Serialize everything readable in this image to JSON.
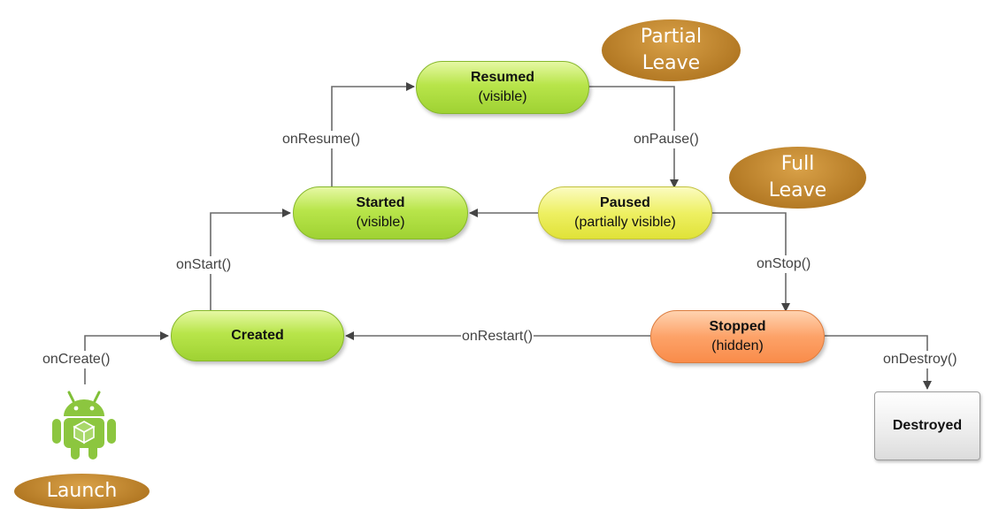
{
  "states": {
    "resumed": {
      "title": "Resumed",
      "subtitle": "(visible)"
    },
    "started": {
      "title": "Started",
      "subtitle": "(visible)"
    },
    "paused": {
      "title": "Paused",
      "subtitle": "(partially visible)"
    },
    "created": {
      "title": "Created"
    },
    "stopped": {
      "title": "Stopped",
      "subtitle": "(hidden)"
    },
    "destroyed": {
      "title": "Destroyed"
    }
  },
  "callbacks": {
    "on_create": "onCreate()",
    "on_start": "onStart()",
    "on_resume": "onResume()",
    "on_pause": "onPause()",
    "on_stop": "onStop()",
    "on_restart": "onRestart()",
    "on_destroy": "onDestroy()"
  },
  "bubbles": {
    "partial_leave": [
      "Partial",
      "Leave"
    ],
    "full_leave": [
      "Full",
      "Leave"
    ],
    "launch": "Launch"
  },
  "icon": "android-robot-icon",
  "colors": {
    "green_state": "#b8e54a",
    "paused_state": "#eef063",
    "stopped_state": "#fda268",
    "bubble": "#b47a25",
    "android_green": "#8cc63f",
    "arrow": "#555555"
  }
}
